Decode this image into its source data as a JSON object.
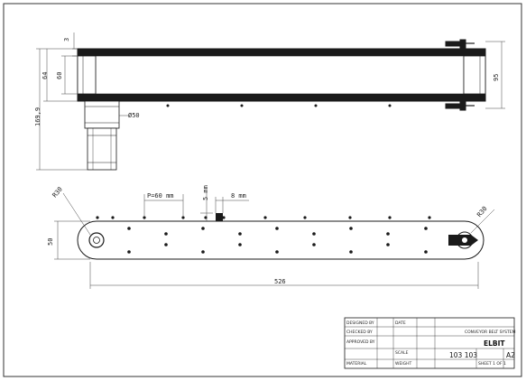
{
  "top_view": {
    "dims": {
      "flange": "3",
      "belt_height": "64",
      "inner_height": "60",
      "total_height": "169,9",
      "right_height": "95",
      "motor_diameter": "Ø50"
    }
  },
  "side_view": {
    "dims": {
      "left_radius": "R30",
      "right_radius": "R30",
      "height": "50",
      "pitch": "P=60 mm",
      "gap": "5 mm",
      "cleat": "8 mm",
      "length": "526"
    }
  },
  "title_block": {
    "product_line": "CONVEYOR BELT SYSTEM",
    "logo": "ELBIT",
    "drawing_number": "103 103",
    "sheet_size": "A2",
    "small_labels": [
      "DESIGNED BY",
      "CHECKED BY",
      "APPROVED BY",
      "DATE",
      "SCALE",
      "MATERIAL",
      "WEIGHT",
      "SHEET 1 OF 1"
    ]
  },
  "colors": {
    "line": "#1a1a1a",
    "dim": "#444444",
    "border": "#333333",
    "background": "#ffffff"
  }
}
